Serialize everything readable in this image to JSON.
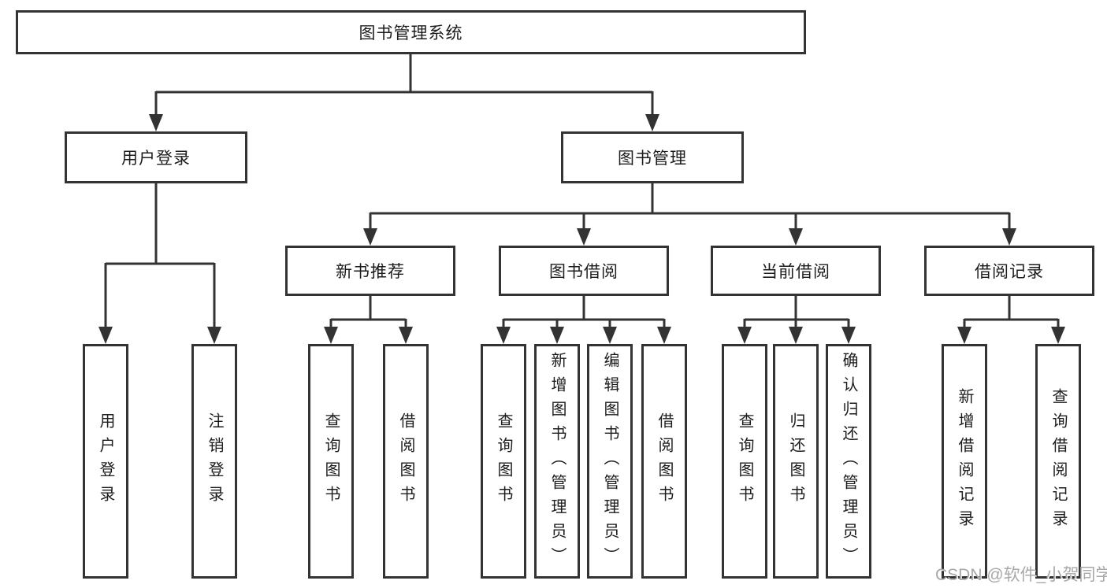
{
  "diagram": {
    "title": "图书管理系统",
    "nodes": {
      "user_login": "用户登录",
      "book_management": "图书管理",
      "new_book_recommend": "新书推荐",
      "book_borrowing": "图书借阅",
      "current_borrowing": "当前借阅",
      "borrowing_records": "借阅记录",
      "leaf_user_login": "用户登录",
      "leaf_logout": "注销登录",
      "leaf_recommend_query_books": "查询图书",
      "leaf_recommend_borrow_books": "借阅图书",
      "leaf_borrow_query_books": "查询图书",
      "leaf_borrow_add_books": "新增图书（管理员）",
      "leaf_borrow_edit_books": "编辑图书（管理员）",
      "leaf_borrow_borrow_books": "借阅图书",
      "leaf_current_query_books": "查询图书",
      "leaf_current_return_books": "归还图书",
      "leaf_current_confirm_return": "确认归还（管理员）",
      "leaf_records_add_record": "新增借阅记录",
      "leaf_records_query_record": "查询借阅记录"
    }
  },
  "watermark": {
    "text": "CSDN @软件_小贺同学"
  },
  "colors": {
    "line": "#333333",
    "text": "#1c1c1c",
    "watermark": "#a8a8a8",
    "background": "#ffffff"
  }
}
